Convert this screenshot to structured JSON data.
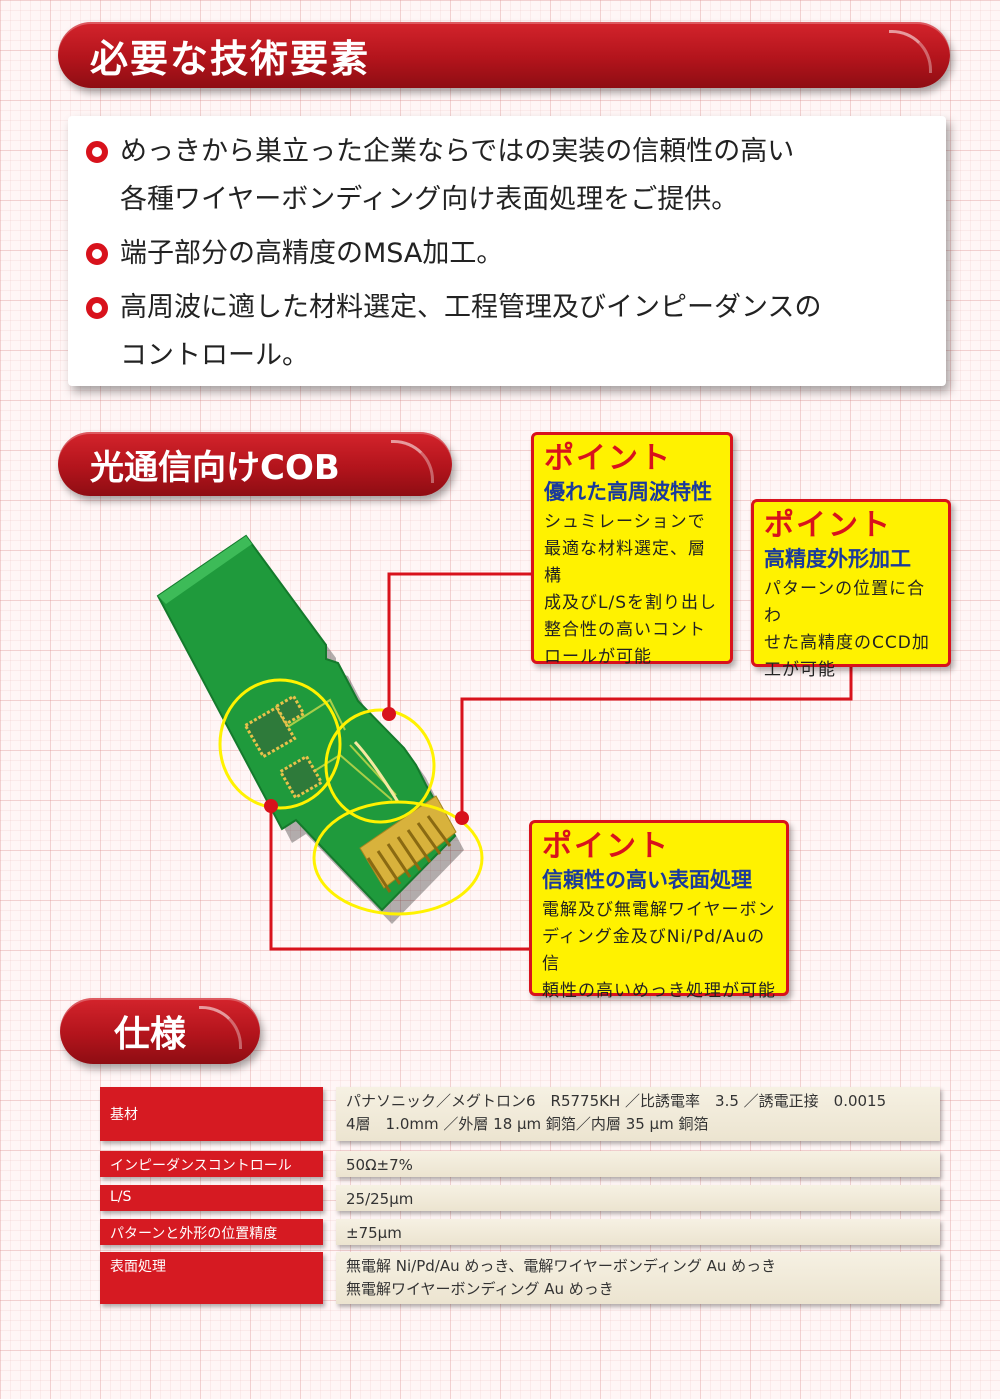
{
  "sections": {
    "tech_title": "必要な技術要素",
    "cob_title": "光通信向けCOB",
    "spec_title": "仕様"
  },
  "tech_items": [
    "めっきから巣立った企業ならではの実装の信頼性の高い\n各種ワイヤーボンディング向け表面処理をご提供。",
    "端子部分の高精度のMSA加工。",
    "高周波に適した材料選定、工程管理及びインピーダンスの\nコントロール。"
  ],
  "points": [
    {
      "label": "ポイント",
      "heading": "優れた高周波特性",
      "body": "シュミレーションで\n最適な材料選定、層構\n成及びL/Sを割り出し\n整合性の高いコント\nロールが可能"
    },
    {
      "label": "ポイント",
      "heading": "高精度外形加工",
      "body": "パターンの位置に合わ\nせた高精度のCCD加\n工が可能"
    },
    {
      "label": "ポイント",
      "heading": "信頼性の高い表面処理",
      "body": "電解及び無電解ワイヤーボン\nディング金及びNi/Pd/Auの信\n頼性の高いめっき処理が可能"
    }
  ],
  "spec": [
    {
      "label": "基材",
      "value": "パナソニック／メグトロン6　R5775KH ／比誘電率　3.5 ／誘電正接　0.0015\n4層　1.0mm ／外層 18 μm 銅箔／内層 35 μm 銅箔"
    },
    {
      "label": "インピーダンスコントロール",
      "value": "50Ω±7%"
    },
    {
      "label": "L/S",
      "value": "25/25μm"
    },
    {
      "label": "パターンと外形の位置精度",
      "value": "±75μm"
    },
    {
      "label": "表面処理",
      "value": "無電解 Ni/Pd/Au めっき、電解ワイヤーボンディング Au めっき\n無電解ワイヤーボンディング Au めっき"
    }
  ],
  "colors": {
    "accent_red": "#d8121c",
    "point_yellow": "#fff200",
    "heading_blue": "#1a3a9c",
    "pcb_green": "#1f9a3c",
    "gold": "#e8c24a"
  }
}
